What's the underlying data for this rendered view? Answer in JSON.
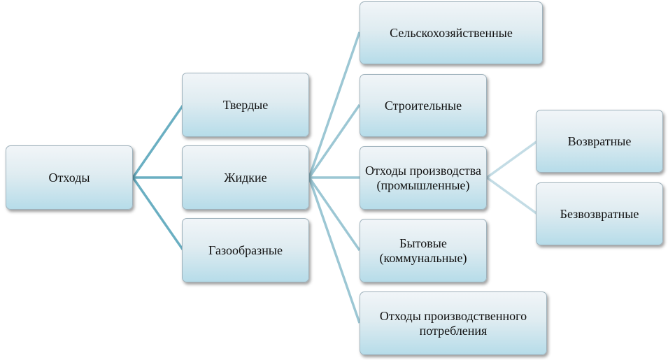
{
  "root": "Отходы",
  "level1": [
    "Твердые",
    "Жидкие",
    "Газообразные"
  ],
  "level2": [
    "Сельскохозяйственные",
    "Строительные",
    "Отходы производства (промышленные)",
    "Бытовые (коммунальные)",
    "Отходы производственного потребления"
  ],
  "level3": [
    "Возвратные",
    "Безвозвратные"
  ],
  "colors": {
    "connector_root": "#6aafc2",
    "connector_liquid": "#9cc7d4",
    "connector_production": "#c3dce5",
    "box_border": "#9fb2bc"
  }
}
